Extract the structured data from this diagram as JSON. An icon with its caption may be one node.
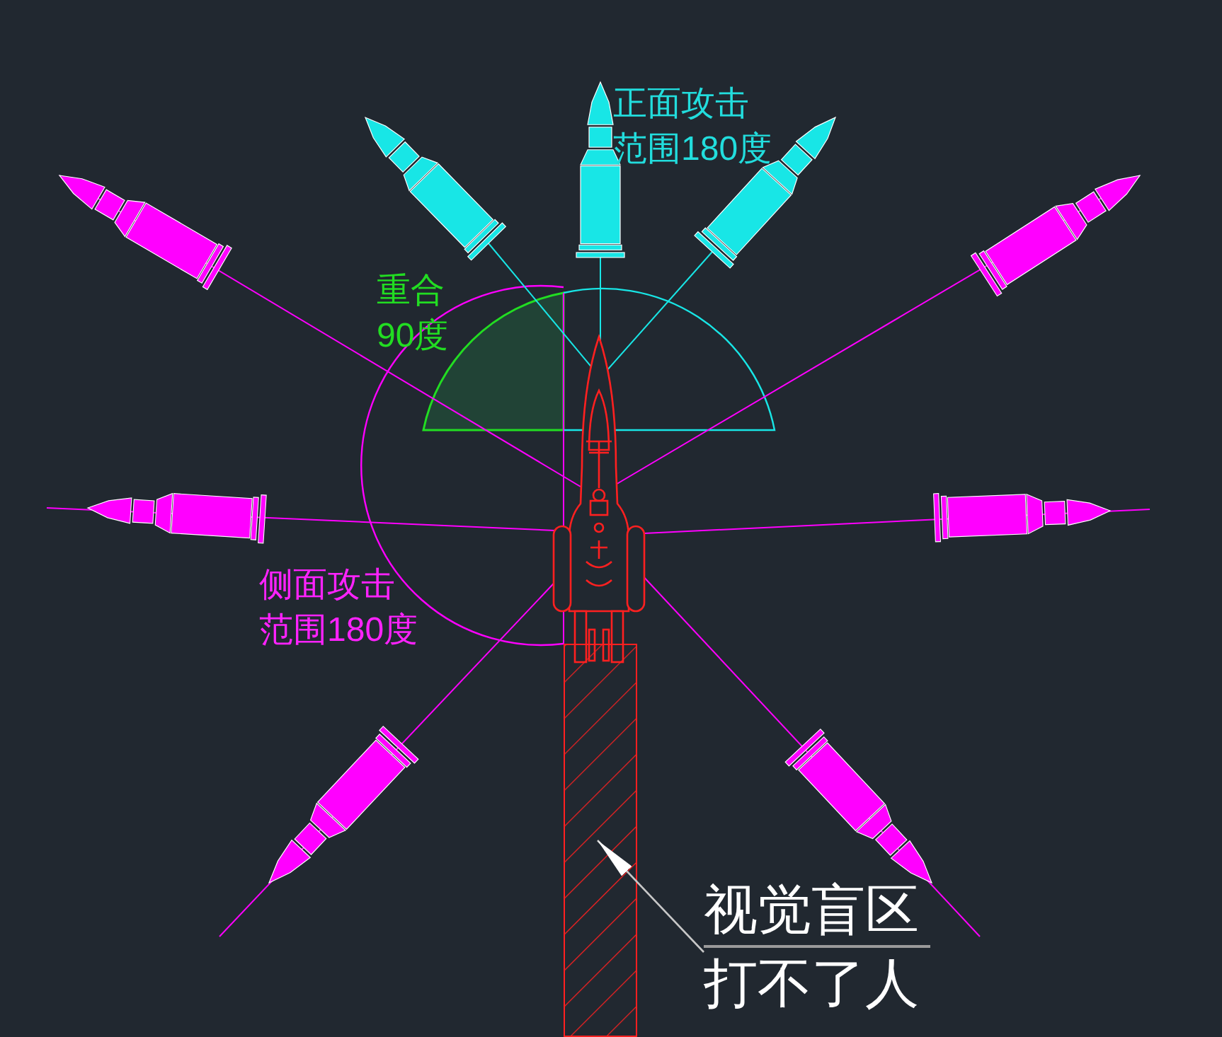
{
  "diagram": {
    "nodes": [
      {
        "text": [
          "视觉盲区",
          "打不了人"
        ]
      },
      {
        "text": [],
        "shape": "box"
      }
    ],
    "edges": [
      {
        "from": 0,
        "to": 1,
        "arrow": "to",
        "color": "#c8c8c8"
      }
    ],
    "labels": [
      "正面攻击范围180度",
      "重合90度",
      "侧面攻击范围180度"
    ]
  }
}
